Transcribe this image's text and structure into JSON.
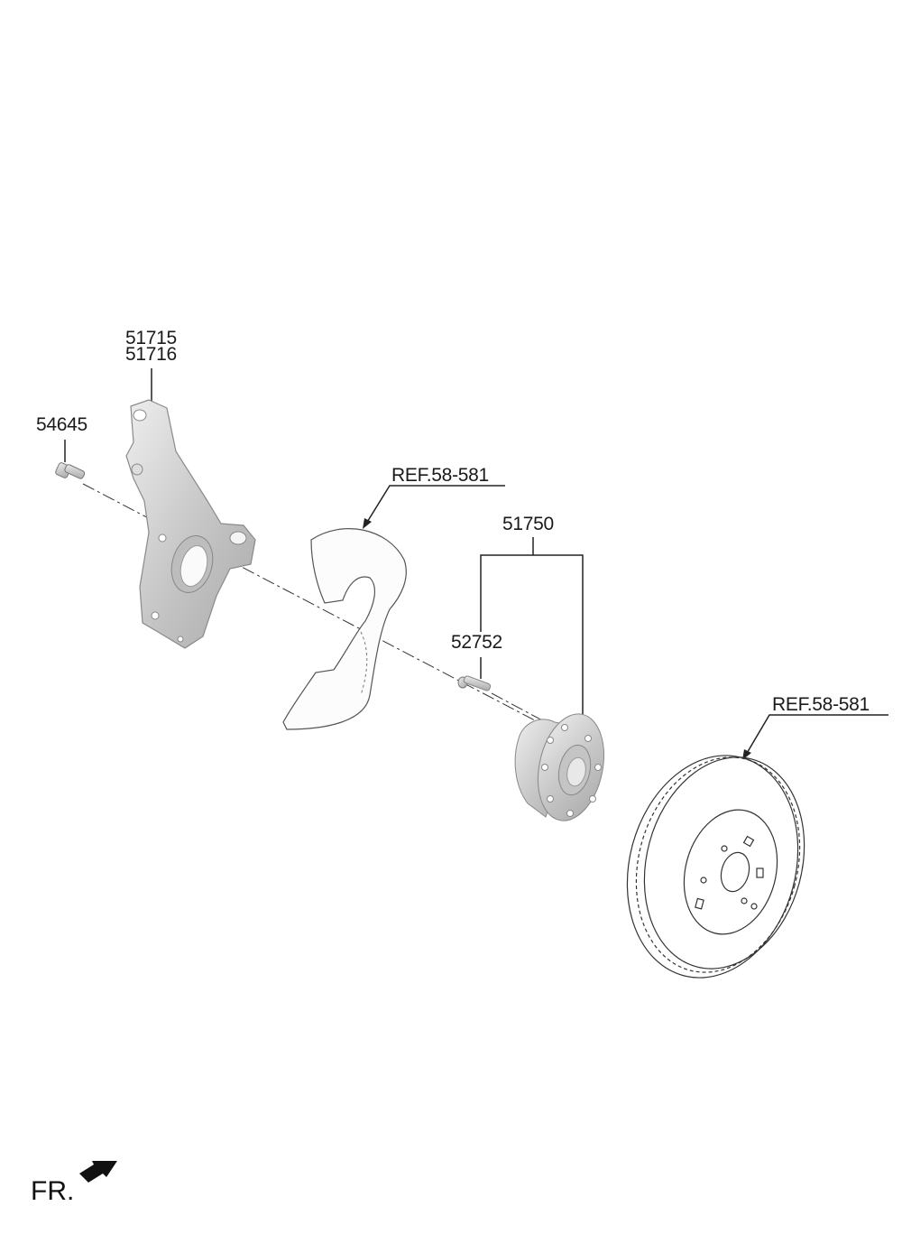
{
  "labels": {
    "knuckle_1": "51715",
    "knuckle_2": "51716",
    "bolt": "54645",
    "dust_cover_ref": "REF.58-581",
    "hub_assembly": "51750",
    "hub_bolt": "52752",
    "disc_ref": "REF.58-581"
  },
  "direction": {
    "label": "FR.",
    "icon": "front-direction-arrow-icon"
  }
}
